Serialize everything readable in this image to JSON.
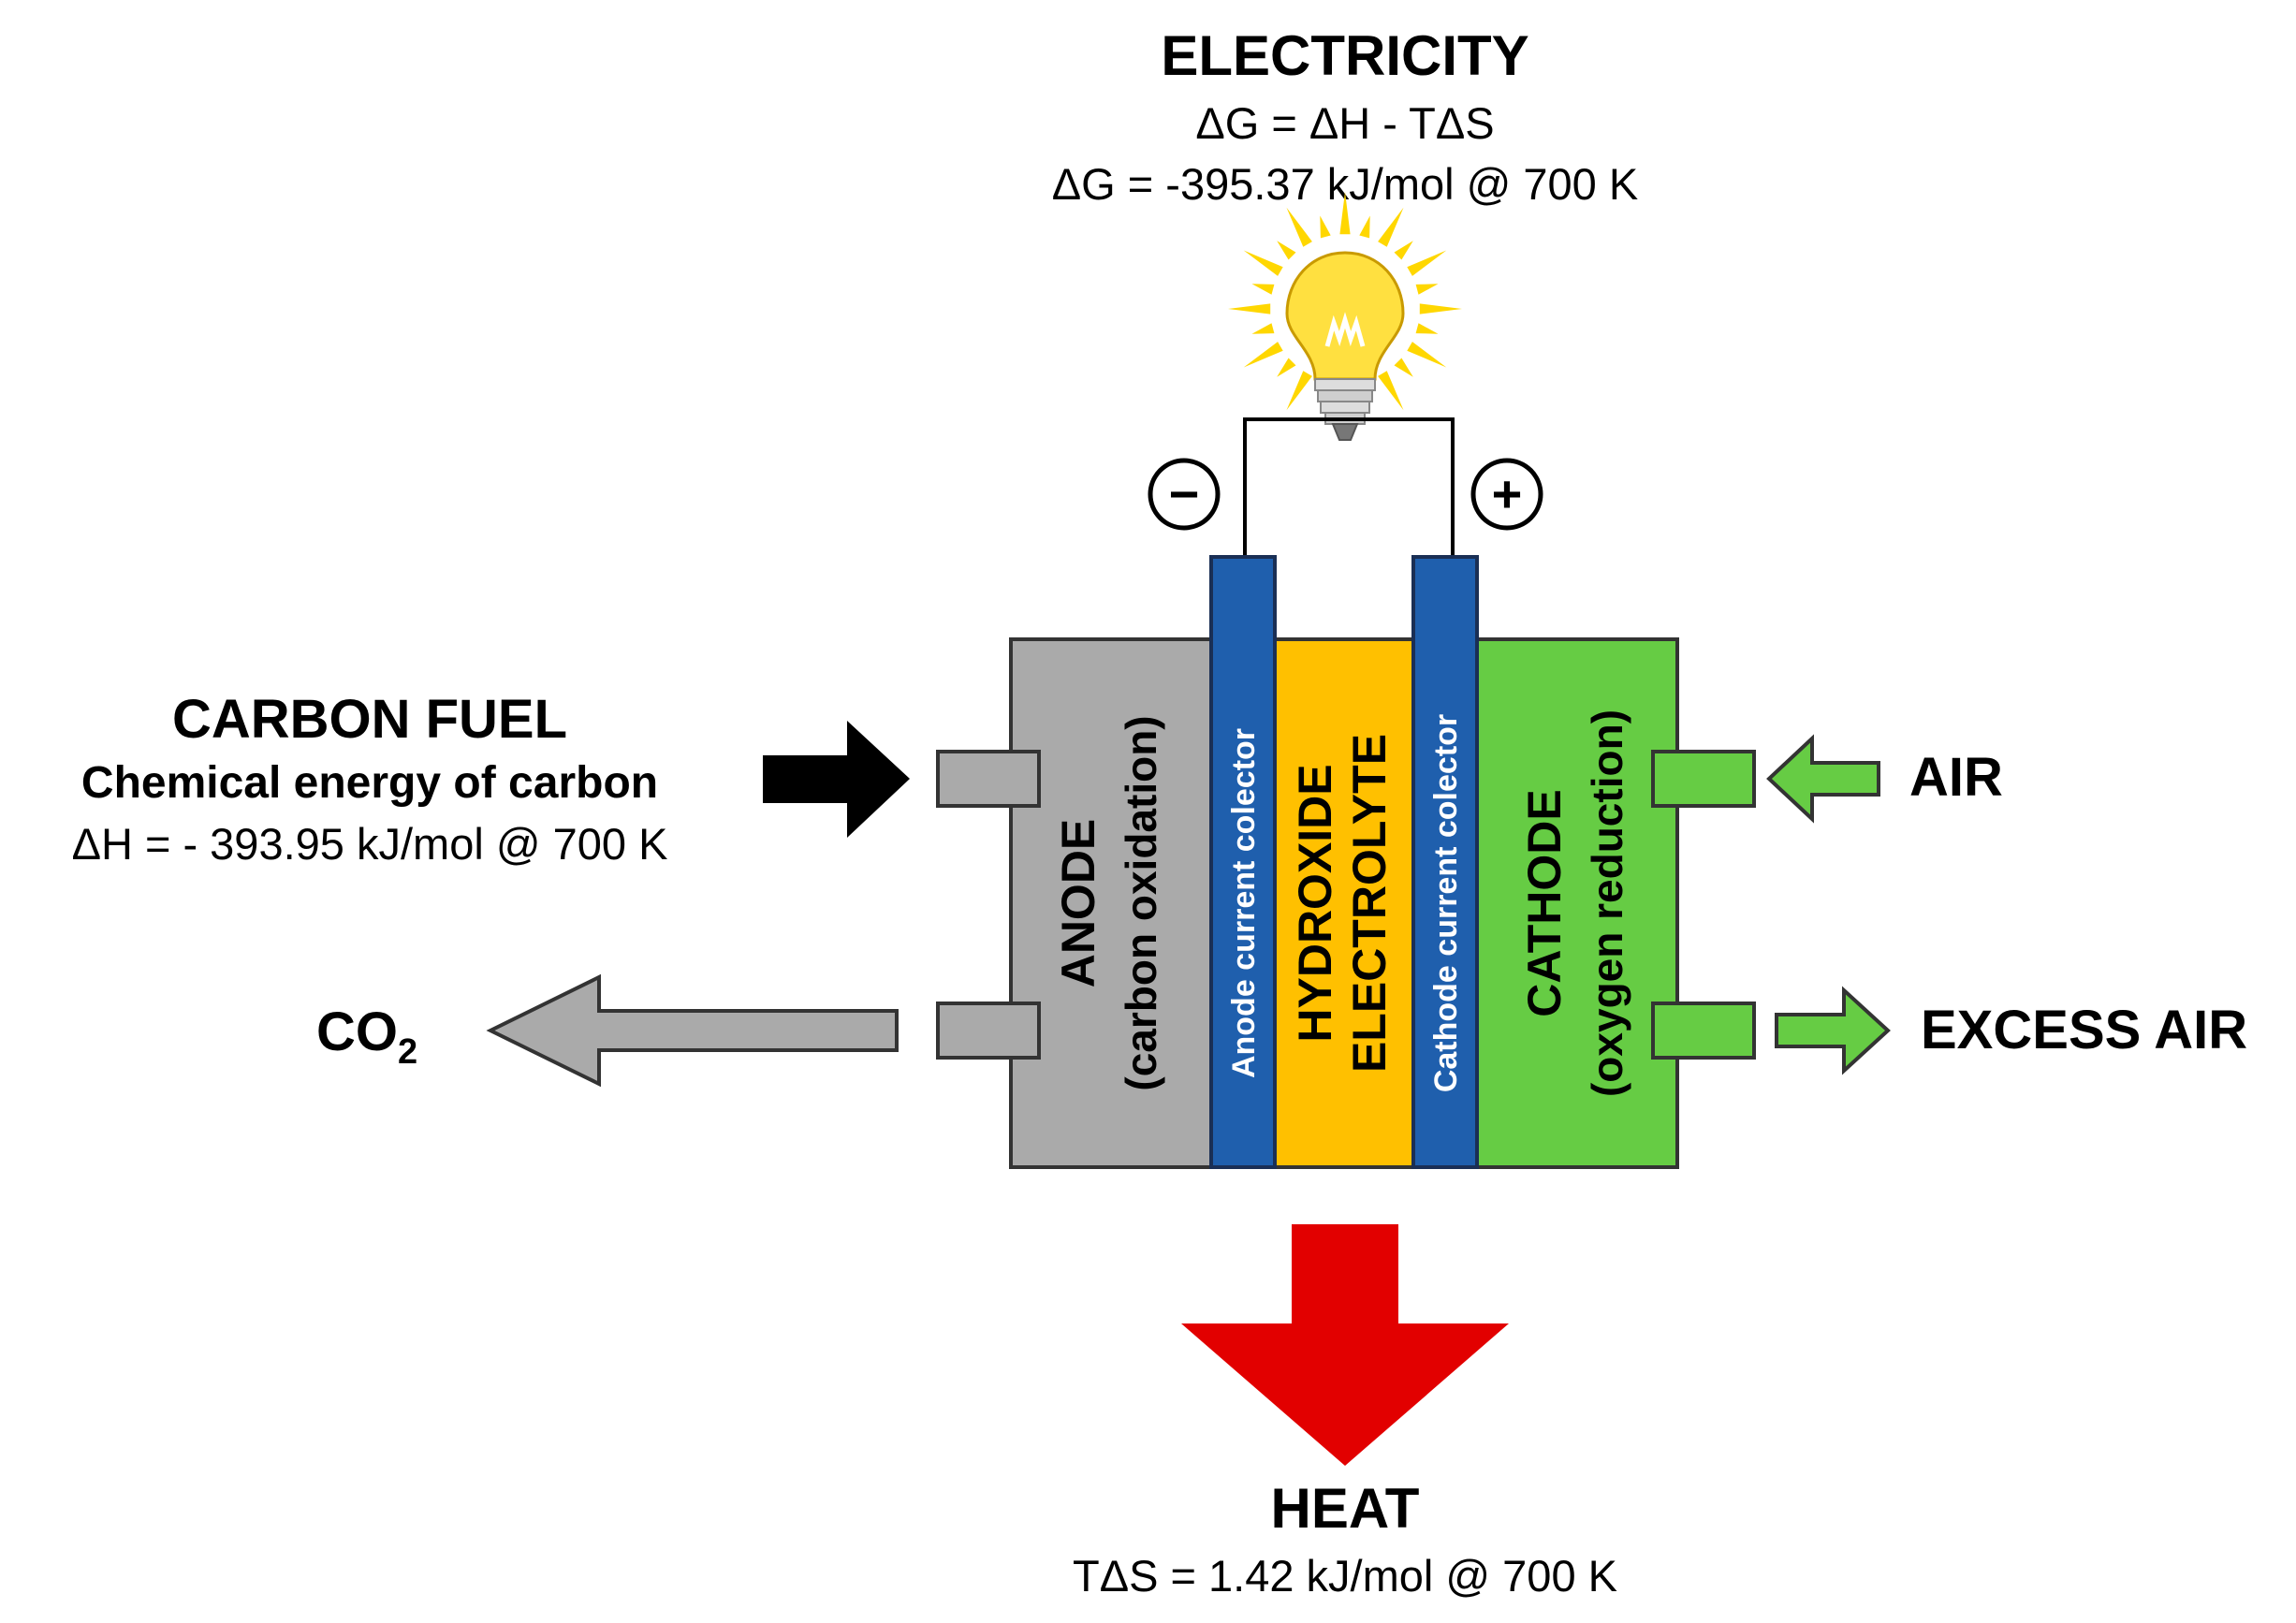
{
  "electricity": {
    "title": "ELECTRICITY",
    "formula": "ΔG = ΔH - TΔS",
    "value": "ΔG = -395.37 kJ/mol @ 700 K"
  },
  "fuel": {
    "title": "CARBON FUEL",
    "subtitle": "Chemical energy of carbon",
    "value": "ΔH = - 393.95 kJ/mol @ 700 K"
  },
  "co2": {
    "label": "CO",
    "subscript": "2"
  },
  "air": {
    "label": "AIR"
  },
  "excess_air": {
    "label": "EXCESS AIR"
  },
  "heat": {
    "title": "HEAT",
    "value": "TΔS = 1.42 kJ/mol @ 700 K"
  },
  "terminals": {
    "negative": "−",
    "positive": "+"
  },
  "cell": {
    "anode": {
      "label": "ANODE",
      "sub": "(carbon oxidation)"
    },
    "anode_collector": {
      "label": "Anode current colector"
    },
    "electrolyte": {
      "line1": "HYDROXIDE",
      "line2": "ELECTROLYTE"
    },
    "cathode_collector": {
      "label": "Cathode current colector"
    },
    "cathode": {
      "label": "CATHODE",
      "sub": "(oxygen reduction)"
    }
  },
  "colors": {
    "anode": "#aaaaaa",
    "collector": "#1f5fad",
    "electrolyte": "#ffc000",
    "cathode": "#66cc44",
    "fuel_arrow": "#000000",
    "co2_arrow": "#aaaaaa",
    "air_arrow": "#66cc44",
    "heat_arrow": "#e20000",
    "bulb": "#ffe040",
    "rays": "#ffd700"
  }
}
